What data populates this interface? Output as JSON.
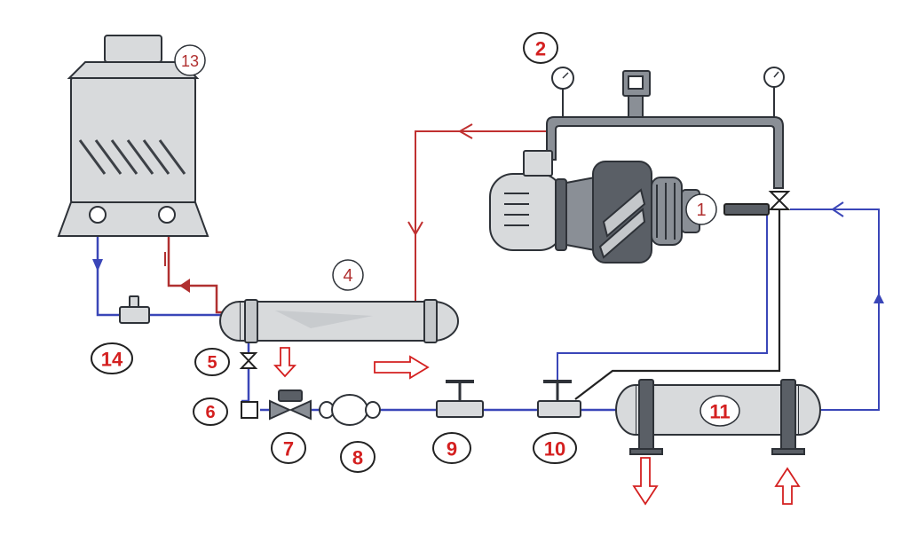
{
  "labels": {
    "l1": "1",
    "l2": "2",
    "l4": "4",
    "l5": "5",
    "l6": "6",
    "l7": "7",
    "l8": "8",
    "l9": "9",
    "l10": "10",
    "l11": "11",
    "l13": "13",
    "l14": "14"
  },
  "colors": {
    "hot_line": "#c03030",
    "cold_line": "#3a46b8",
    "black_line": "#222222",
    "equipment_fill": "#d8dadc",
    "equipment_dark": "#5a5f66",
    "equipment_stroke": "#2e3238",
    "arrow_outline": "#d42020",
    "label_red": "#d42020"
  }
}
